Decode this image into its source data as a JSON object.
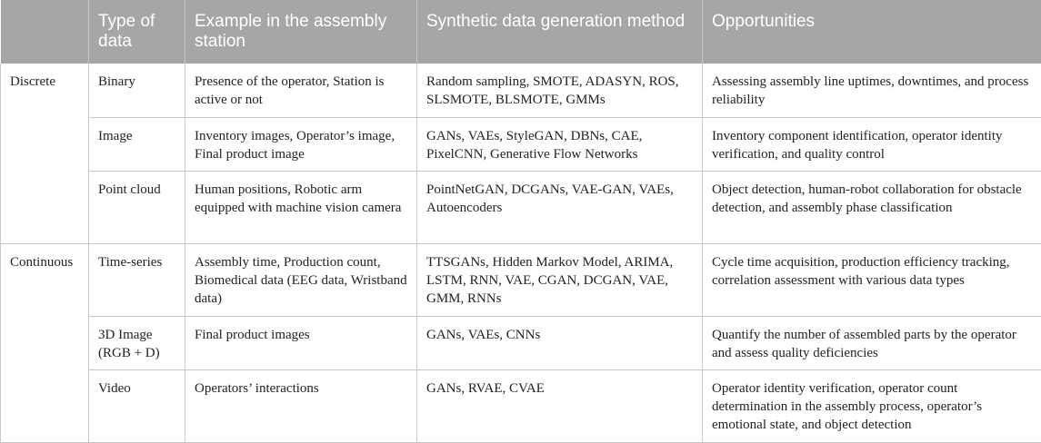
{
  "headers": {
    "type": "Type of data",
    "example": "Example in the assembly station",
    "method": "Synthetic data generation method",
    "opportunities": "Opportunities"
  },
  "groups": {
    "discrete": "Discrete",
    "continuous": "Continuous"
  },
  "rows": [
    {
      "type": "Binary",
      "example": "Presence of the operator, Station is active or not",
      "method": "Random sampling, SMOTE, ADASYN, ROS, SLSMOTE, BLSMOTE, GMMs",
      "opportunities": "Assessing assembly line uptimes, downtimes, and process reliability"
    },
    {
      "type": "Image",
      "example": "Inventory images, Operator’s image, Final product image",
      "method": "GANs, VAEs, StyleGAN, DBNs, CAE, PixelCNN, Generative Flow Networks",
      "opportunities": "Inventory component identification, operator identity verification, and quality control"
    },
    {
      "type": "Point cloud",
      "example": "Human positions, Robotic arm equipped with machine vision camera",
      "method": "PointNetGAN, DCGANs, VAE-GAN, VAEs, Autoencoders",
      "opportunities": "Object detection, human-robot collaboration for obstacle detection, and assembly phase classification"
    },
    {
      "type": "Time-series",
      "example": "Assembly time, Production count, Biomedical data (EEG data, Wristband data)",
      "method": "TTSGANs, Hidden Markov Model, ARIMA, LSTM, RNN, VAE, CGAN, DCGAN, VAE, GMM, RNNs",
      "opportunities": "Cycle time acquisition, production efficiency tracking, correlation assessment with various data types"
    },
    {
      "type": "3D Image (RGB + D)",
      "example": "Final product images",
      "method": "GANs, VAEs, CNNs",
      "opportunities": "Quantify the number of assembled parts by the operator and assess quality deficiencies"
    },
    {
      "type": "Video",
      "example": "Operators’ interactions",
      "method": "GANs, RVAE, CVAE",
      "opportunities": "Operator identity verification, operator count determination in the assembly process, operator’s emotional state, and object detection"
    }
  ]
}
